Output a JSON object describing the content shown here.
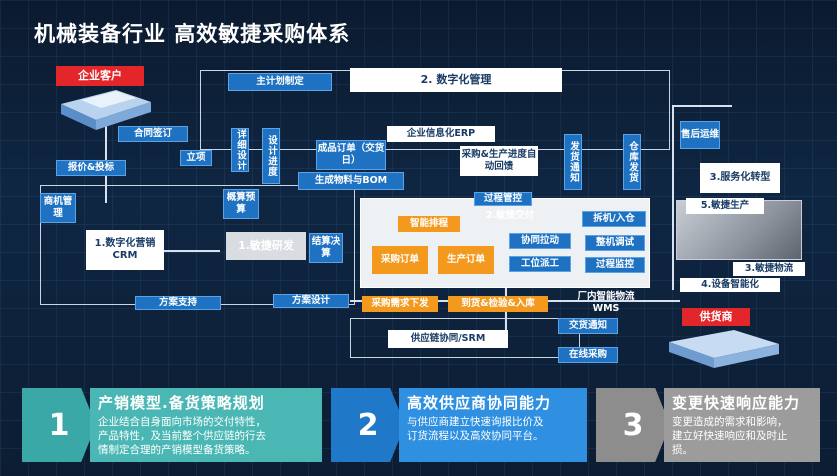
{
  "title": "机械装备行业 高效敏捷采购体系",
  "colors": {
    "blue": "#1f72c2",
    "orange": "#f39a1e",
    "red": "#e2262a",
    "teal": "#4ab7b4",
    "card_blue": "#2f8fe0",
    "grey": "#9c9c9c"
  },
  "nodes": {
    "customer": "企业客户",
    "contract": "合同签订",
    "quote": "报价&投标",
    "opportunity": "商机管理",
    "project": "立项",
    "detail_design": "详细设计",
    "design_progress": "设计进度",
    "budget": "概算预算",
    "crm": "1.数字化营销CRM",
    "agile_rd": "1.敏捷研发",
    "settlement": "结算决算",
    "solution_support": "方案支持",
    "solution_design": "方案设计",
    "master_plan": "主计划制定",
    "digital_mgmt": "2. 数字化管理",
    "erp": "企业信息化ERP",
    "order": "成品订单（交货日）",
    "bom": "生成物料与BOM",
    "purchase_feedback": "采购&生产进度自动回馈",
    "shipping_notice": "发货通知",
    "warehouse_ship": "仓库发货",
    "after_sales": "售后运维",
    "service": "3.服务化转型",
    "process_control": "过程管控",
    "smart_schedule": "智能排程",
    "agile_delivery": "2.敏捷交付",
    "disassembly": "拆机/入仓",
    "collab_pull": "协同拉动",
    "assembly_test": "整机调试",
    "purchase_order": "采购订单",
    "production_order": "生产订单",
    "workstation": "工位派工",
    "process_monitor": "过程监控",
    "agile_production": "5.敏捷生产",
    "agile_logistics": "3.敏捷物流",
    "equipment_smart": "4.设备智能化",
    "purchase_demand": "采购需求下发",
    "receiving": "到货&检验&入库",
    "wms": "厂内智能物流WMS",
    "srm": "供应链协同/SRM",
    "delivery_notice": "交货通知",
    "online_purchase": "在线采购",
    "supplier": "供货商"
  },
  "cards": [
    {
      "num": "1",
      "title": "产销模型.备货策略规划",
      "text": [
        "企业结合自身面向市场的交付特性，",
        "产品特性，及当前整个供应链的行去",
        "情制定合理的产销模型备货策略。"
      ]
    },
    {
      "num": "2",
      "title": "高效供应商协同能力",
      "text": [
        "与供应商建立快速询报比价及",
        "订货流程以及高效协同平台。"
      ]
    },
    {
      "num": "3",
      "title": "变更快速响应能力",
      "text": [
        "变更造成的需求和影响，",
        "建立好快速响应和及时止",
        "损。"
      ]
    }
  ]
}
